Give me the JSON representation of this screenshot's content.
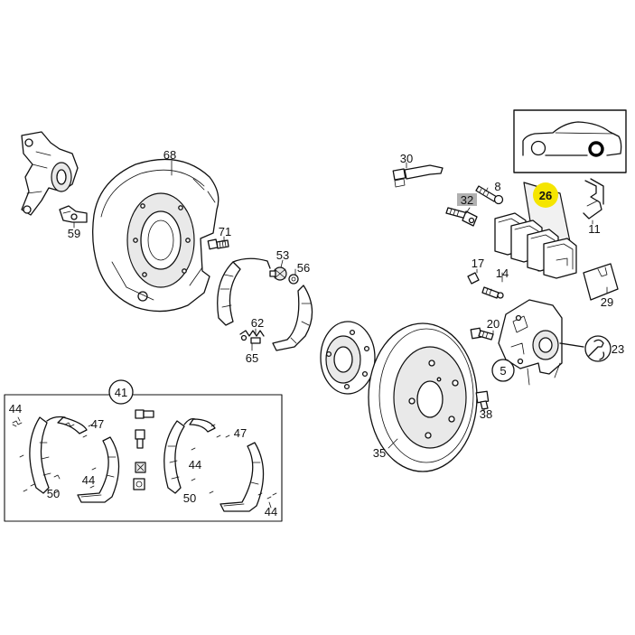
{
  "labels": {
    "p68": "68",
    "p59": "59",
    "p71": "71",
    "p53": "53",
    "p56": "56",
    "p62": "62",
    "p65": "65",
    "p30": "30",
    "p32": "32",
    "p8": "8",
    "p26": "26",
    "p11": "11",
    "p17": "17",
    "p14": "14",
    "p29": "29",
    "p20": "20",
    "p23": "23",
    "p5": "5",
    "p38": "38",
    "p35": "35",
    "p41": "41",
    "p44a": "44",
    "p47a": "47",
    "p44b": "44",
    "p50a": "50",
    "p47b": "47",
    "p44c": "44",
    "p50b": "50",
    "p44d": "44"
  },
  "highlight_colors": {
    "selected_part": "#f5e500",
    "alt_part": "#b0b0b0"
  },
  "icons": {
    "locator": "car-silhouette-icon",
    "wrench": "wrench-icon"
  }
}
